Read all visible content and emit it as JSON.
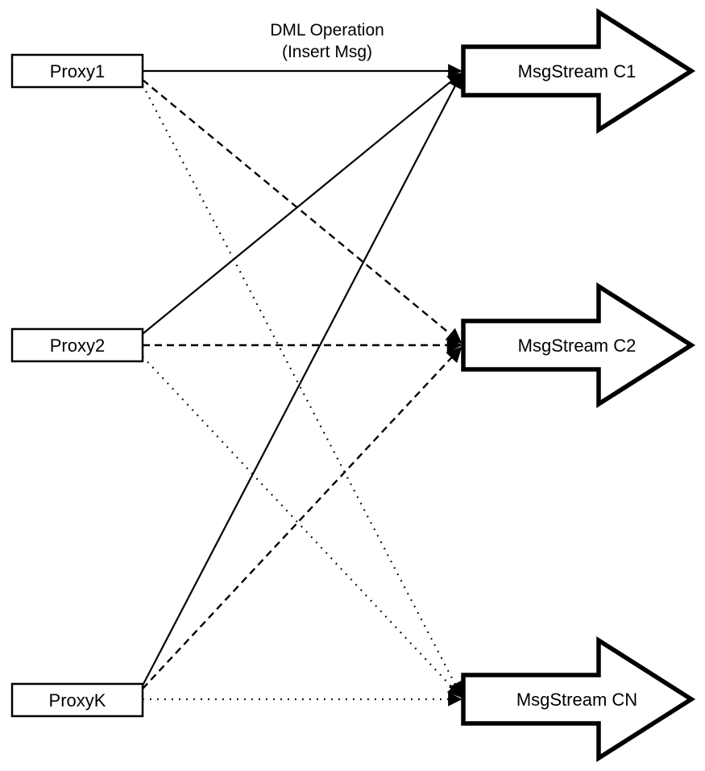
{
  "diagram": {
    "title": {
      "line1": "DML Operation",
      "line2": "(Insert Msg)"
    },
    "proxies": [
      {
        "label": "Proxy1"
      },
      {
        "label": "Proxy2"
      },
      {
        "label": "ProxyK"
      }
    ],
    "streams": [
      {
        "label": "MsgStream C1"
      },
      {
        "label": "MsgStream C2"
      },
      {
        "label": "MsgStream CN"
      }
    ],
    "edges": [
      {
        "from": "Proxy1",
        "to": "MsgStream C1",
        "style": "solid"
      },
      {
        "from": "Proxy2",
        "to": "MsgStream C1",
        "style": "solid"
      },
      {
        "from": "ProxyK",
        "to": "MsgStream C1",
        "style": "solid"
      },
      {
        "from": "Proxy1",
        "to": "MsgStream C2",
        "style": "dashed"
      },
      {
        "from": "Proxy2",
        "to": "MsgStream C2",
        "style": "dashed"
      },
      {
        "from": "ProxyK",
        "to": "MsgStream C2",
        "style": "dashed"
      },
      {
        "from": "Proxy1",
        "to": "MsgStream CN",
        "style": "dotted"
      },
      {
        "from": "Proxy2",
        "to": "MsgStream CN",
        "style": "dotted"
      },
      {
        "from": "ProxyK",
        "to": "MsgStream CN",
        "style": "dotted"
      }
    ],
    "colors": {
      "stroke": "#000000",
      "fill": "#ffffff"
    }
  }
}
